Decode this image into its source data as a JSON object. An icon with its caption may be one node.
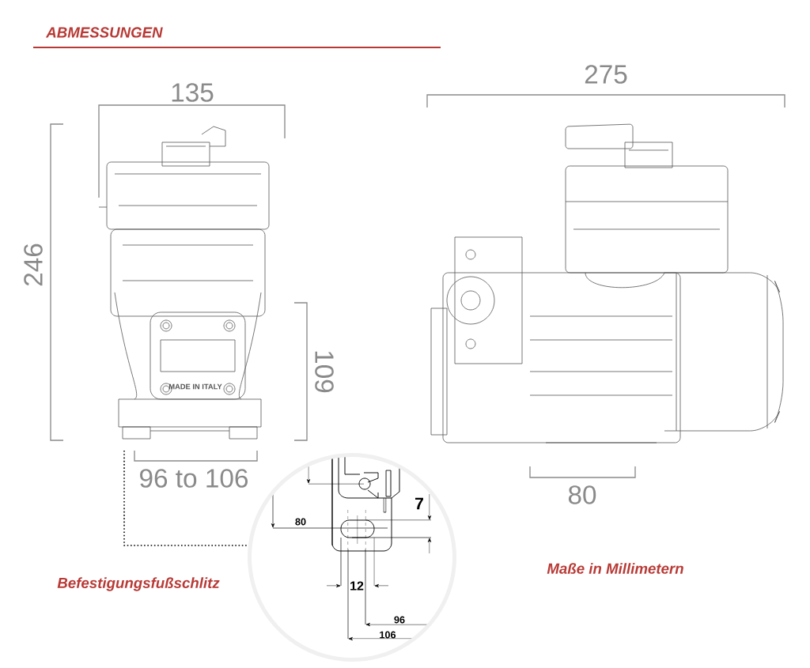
{
  "diagram": {
    "title": "ABMESSUNGEN",
    "labels": [
      "135",
      "275",
      "246",
      "109",
      "MADE IN ITALY",
      "96 to 106",
      "80",
      "7",
      "80",
      "Maße in Millimetern",
      "Befestigungsfußschlitz",
      "12",
      "96",
      "106"
    ]
  }
}
